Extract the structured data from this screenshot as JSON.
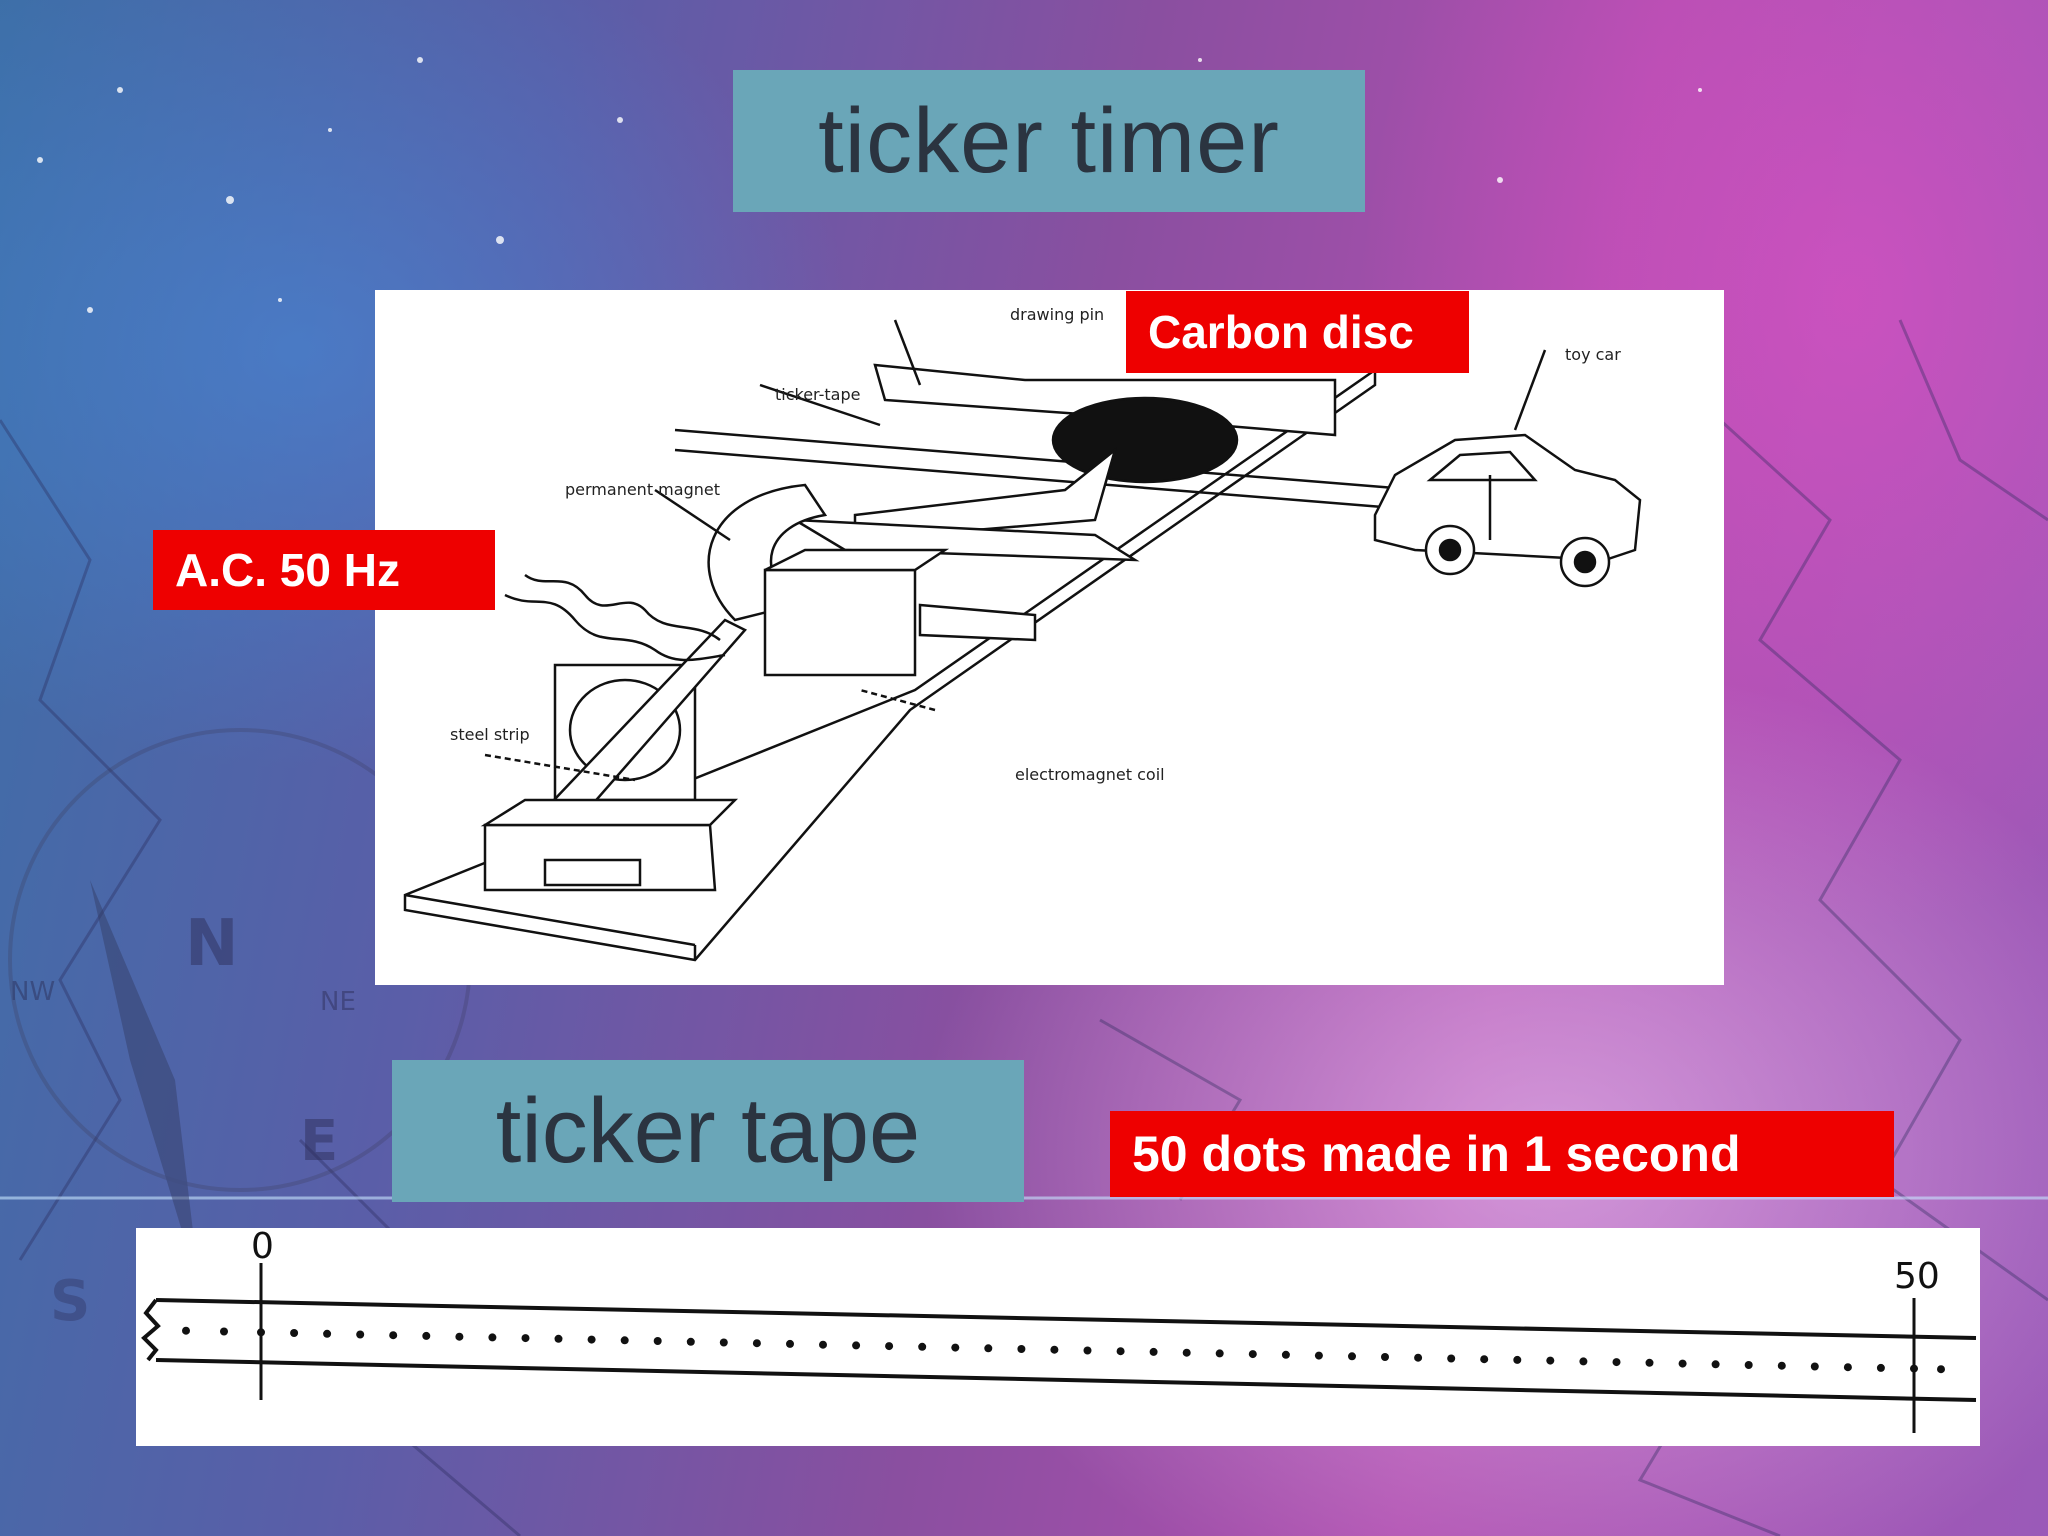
{
  "slide": {
    "title": "ticker timer",
    "subtitle": "ticker tape"
  },
  "labels": {
    "carbon_disc": "Carbon disc",
    "ac_supply": "A.C.  50 Hz",
    "dots_rate": "50 dots made in 1 second"
  },
  "diagram": {
    "drawing_pin": "drawing pin",
    "ticker_tape": "ticker-tape",
    "toy_car": "toy car",
    "permanent_magnet": "permanent magnet",
    "steel_strip": "steel strip",
    "electromagnet_coil": "electromagnet coil"
  },
  "tape": {
    "start_mark": "0",
    "end_mark": "50",
    "dot_count": 50
  },
  "compass": {
    "n": "N",
    "nw": "NW",
    "ne": "NE",
    "s": "S",
    "e": "E"
  },
  "colors": {
    "title_box": "#6aa6b8",
    "label_red": "#ee0000",
    "label_text": "#ffffff"
  }
}
